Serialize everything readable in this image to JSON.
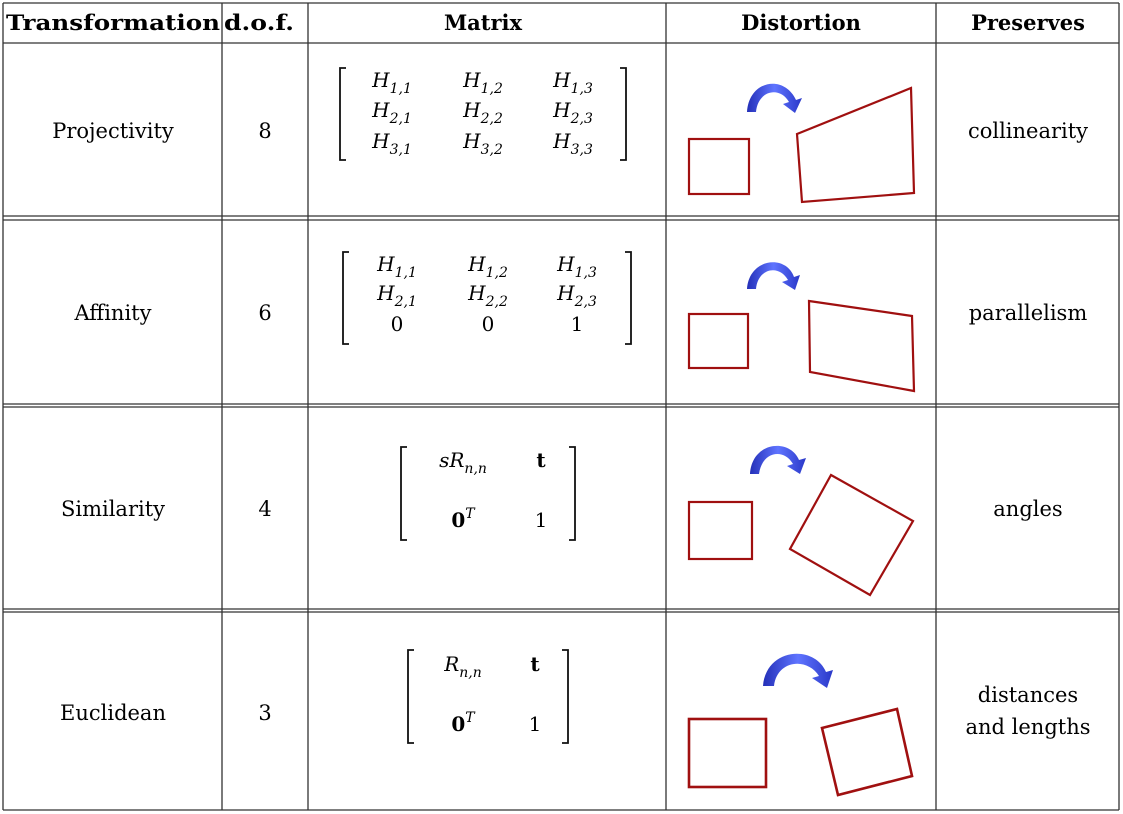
{
  "table": {
    "headers": {
      "transformation": "Transformation",
      "dof": "d.o.f.",
      "matrix": "Matrix",
      "distortion": "Distortion",
      "preserves": "Preserves"
    },
    "rows": [
      {
        "name": "Projectivity",
        "dof": "8",
        "preserves": "collinearity",
        "preserves_line2": "",
        "matrix": [
          [
            "H_{1,1}",
            "H_{1,2}",
            "H_{1,3}"
          ],
          [
            "H_{2,1}",
            "H_{2,2}",
            "H_{2,3}"
          ],
          [
            "H_{3,1}",
            "H_{3,2}",
            "H_{3,3}"
          ]
        ]
      },
      {
        "name": "Affinity",
        "dof": "6",
        "preserves": "parallelism",
        "preserves_line2": "",
        "matrix": [
          [
            "H_{1,1}",
            "H_{1,2}",
            "H_{1,3}"
          ],
          [
            "H_{2,1}",
            "H_{2,2}",
            "H_{2,3}"
          ],
          [
            "0",
            "0",
            "1"
          ]
        ]
      },
      {
        "name": "Similarity",
        "dof": "4",
        "preserves": "angles",
        "preserves_line2": "",
        "matrix": [
          [
            "sR_{n,n}",
            "t"
          ],
          [
            "0^T",
            "1"
          ]
        ]
      },
      {
        "name": "Euclidean",
        "dof": "3",
        "preserves": "distances",
        "preserves_line2": "and lengths",
        "matrix": [
          [
            "R_{n,n}",
            "t"
          ],
          [
            "0^T",
            "1"
          ]
        ]
      }
    ]
  },
  "colors": {
    "shape_stroke": "#a01010",
    "arrow_fill": "#3a4fe0",
    "grid": "#333333"
  },
  "icons": [
    "curved-arrow-icon"
  ]
}
